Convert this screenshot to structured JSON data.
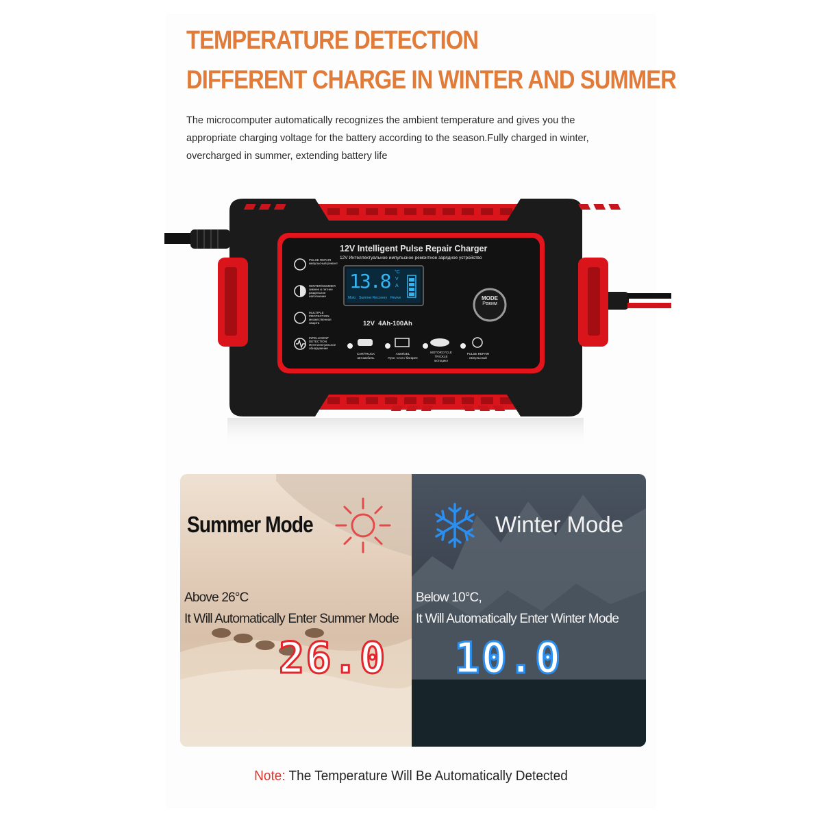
{
  "header": {
    "line1": "TEMPERATURE DETECTION",
    "line2": "DIFFERENT CHARGE IN WINTER AND SUMMER",
    "description": "The microcomputer automatically recognizes the ambient temperature  and gives you the appropriate charging voltage for the battery according to the season.Fully charged in winter, overcharged in summer, extending battery life"
  },
  "charger": {
    "title": "12V Intelligent Pulse Repair Charger",
    "subtitle": "12V Интеллектуальное импульсное ремонтное зарядное устройство",
    "display_value": "13.8",
    "spec": "12V  4Ah-100Ah",
    "mode_button": "MODE",
    "mode_button_ru": "Режим",
    "display_modes": [
      "Moto",
      "Summer",
      "Recovery",
      "Revive"
    ],
    "display_units": [
      "°C",
      "V",
      "A"
    ],
    "side_features": [
      {
        "icon": "shield-plus-icon",
        "label": "PULSE REPAIR",
        "label_ru": "импульсный ремонт"
      },
      {
        "icon": "half-moon-icon",
        "label": "WINTER/SUMMER",
        "label_ru": "зимнее и летнее раздельное наполнение"
      },
      {
        "icon": "shield-lock-icon",
        "label": "MULTIPLE PROTECTION",
        "label_ru": "множественная защита"
      },
      {
        "icon": "pulse-icon",
        "label": "INTELLIGENT DETECTION",
        "label_ru": "Интеллектуальное обнаружение"
      }
    ],
    "bottom_modes": [
      {
        "icon": "car-icon",
        "label": "CAR/TRUCK",
        "label_ru": "автомобиль"
      },
      {
        "icon": "battery-icon",
        "label": "AGM/GEL",
        "label_ru": "Пуск- Стоп / батарея"
      },
      {
        "icon": "motorcycle-icon",
        "label": "MOTORCYCLE TRICKLE",
        "label_ru": "мотоцикл"
      },
      {
        "icon": "shield-plus-icon",
        "label": "PULSE REPAIR",
        "label_ru": "импульсный"
      }
    ]
  },
  "summer": {
    "title": "Summer Mode",
    "line1": "Above 26°C",
    "line2": "It Will Automatically Enter Summer Mode",
    "temp": "26.0",
    "color": "#e3262b"
  },
  "winter": {
    "title": "Winter Mode",
    "line1": "Below 10°C,",
    "line2": "It Will Automatically Enter Winter Mode",
    "temp": "10.0",
    "color": "#2a8ff0"
  },
  "note": {
    "label": "Note:",
    "text": " The Temperature Will Be Automatically Detected"
  },
  "colors": {
    "headline": "#e07b39",
    "charger_red": "#e3141b",
    "charger_black": "#1b1b1b",
    "lcd_blue": "#35b4f0"
  }
}
